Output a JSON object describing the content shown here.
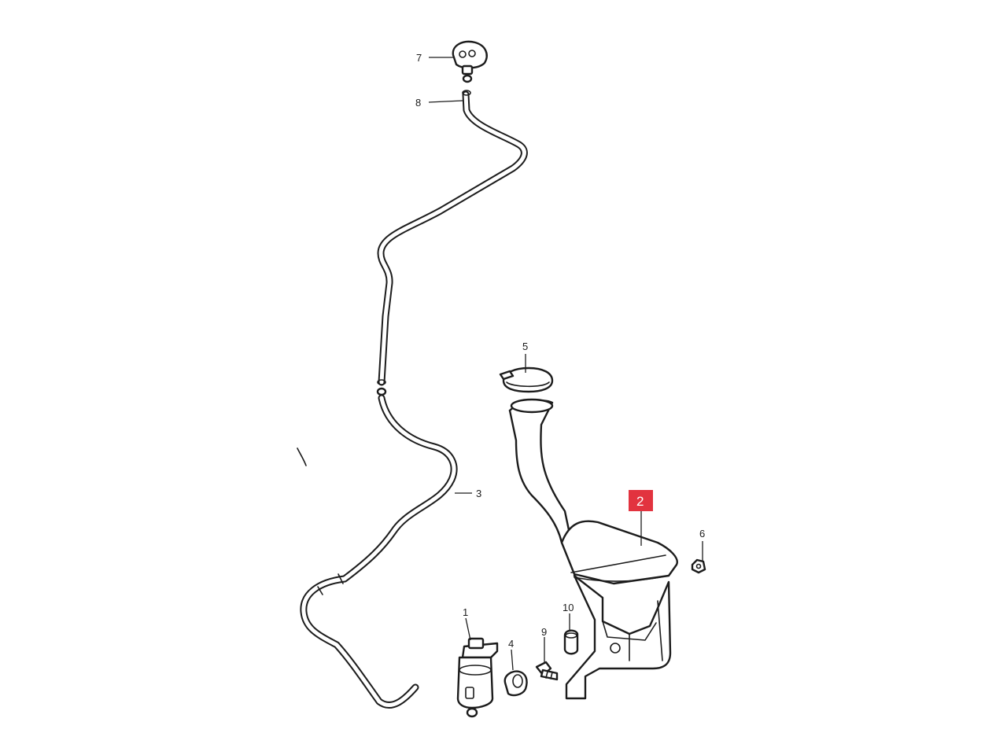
{
  "callouts": {
    "c1": "1",
    "c2": "2",
    "c3": "3",
    "c4": "4",
    "c5": "5",
    "c6": "6",
    "c7": "7",
    "c8": "8",
    "c9": "9",
    "c10": "10"
  },
  "highlight_color": "#e2333f",
  "highlighted_part": "2"
}
